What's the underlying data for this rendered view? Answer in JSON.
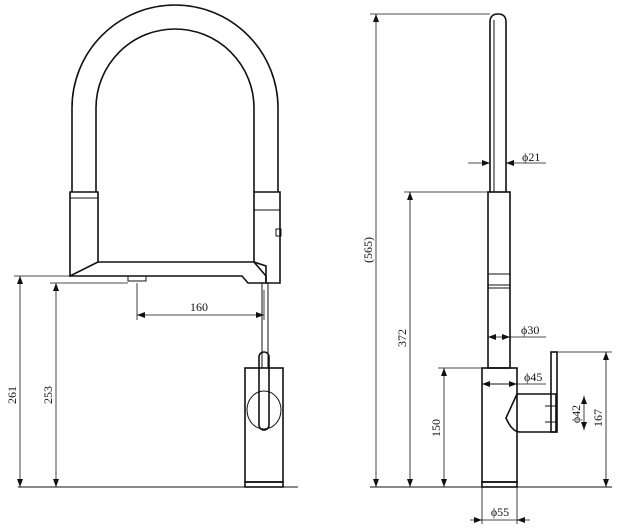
{
  "dimensions": {
    "total_height_front": "261",
    "spout_height_front": "253",
    "spout_reach": "160",
    "overall_height_side": "(565)",
    "spout_pipe_dia": "ϕ21",
    "body_height_side": "372",
    "body_dia": "ϕ30",
    "base_dia": "ϕ45",
    "handle_dia": "ϕ42",
    "base_height": "150",
    "handle_height": "167",
    "foot_dia": "ϕ55"
  }
}
